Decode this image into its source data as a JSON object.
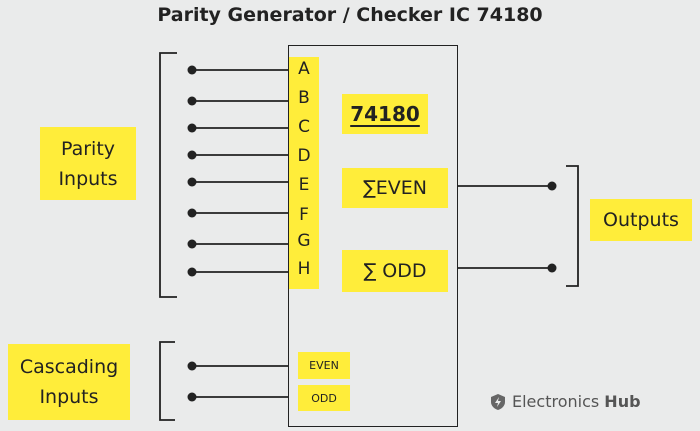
{
  "title": "Parity Generator / Checker IC 74180",
  "chip": {
    "part_number": "74180"
  },
  "pins": [
    "A",
    "B",
    "C",
    "D",
    "E",
    "F",
    "G",
    "H"
  ],
  "outputs": {
    "even": "∑EVEN",
    "odd": "∑ ODD"
  },
  "cascade_pins": {
    "even": "EVEN",
    "odd": "ODD"
  },
  "labels": {
    "parity_inputs": [
      "Parity",
      "Inputs"
    ],
    "outputs": "Outputs",
    "cascading_inputs": [
      "Cascading",
      "Inputs"
    ]
  },
  "brand": {
    "name_part1": "Electronics",
    "name_part2": "Hub"
  },
  "colors": {
    "highlight": "#ffed3a",
    "line": "#222222",
    "background": "#eaebeb"
  }
}
